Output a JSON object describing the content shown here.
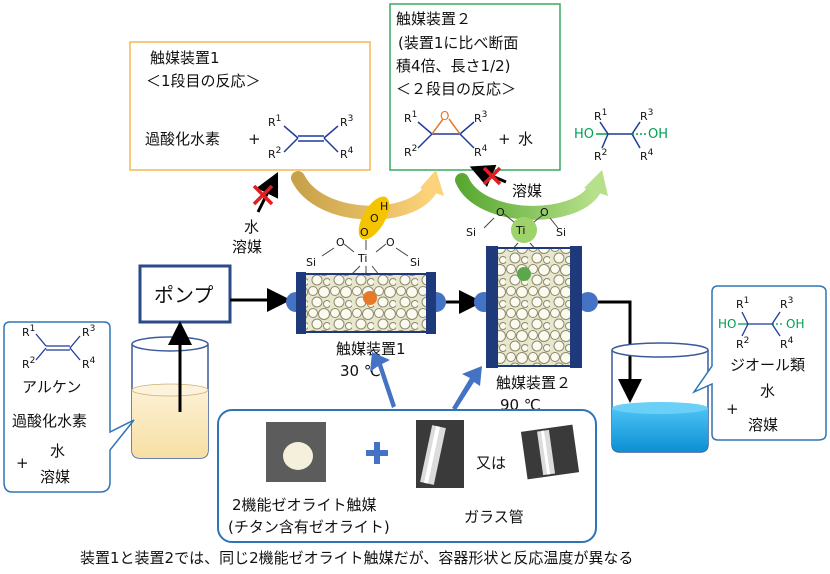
{
  "reactor1_box": {
    "title": "触媒装置1",
    "subtitle": "＜1段目の反応＞",
    "reagent": "過酸化水素",
    "plus": "+"
  },
  "reactor2_box": {
    "title": "触媒装置２",
    "line1": "(装置1に比べ断面",
    "line2": "積4倍、長さ1/2)",
    "subtitle": "＜２段目の反応＞",
    "plus": "+",
    "water": "水"
  },
  "substituents": {
    "r1": "R",
    "r2": "R",
    "r3": "R",
    "r4": "R",
    "s1": "1",
    "s2": "2",
    "s3": "3",
    "s4": "4"
  },
  "diol_groups": {
    "ho": "HO",
    "oh": "OH"
  },
  "blocked_left": {
    "line1": "水",
    "line2": "溶媒"
  },
  "blocked_right": {
    "label": "溶媒"
  },
  "active_site": {
    "si": "Si",
    "o": "O",
    "ti": "Ti",
    "h": "H"
  },
  "pump": {
    "label": "ポンプ"
  },
  "feed": {
    "alkene": "アルケン",
    "reagent": "過酸化水素",
    "plus": "+",
    "water": "水",
    "solvent": "溶媒"
  },
  "reactor1": {
    "name": "触媒装置1",
    "temp": "30 ℃"
  },
  "reactor2": {
    "name": "触媒装置２",
    "temp": "90 ℃"
  },
  "product": {
    "name": "ジオール類",
    "plus": "+",
    "water": "水",
    "solvent": "溶媒"
  },
  "catalyst_panel": {
    "plus": "+",
    "or": "又は",
    "catalyst_line1": "2機能ゼオライト触媒",
    "catalyst_line2": "(チタン含有ゼオライト)",
    "glass_tube": "ガラス管"
  },
  "caption": "装置1と装置2では、同じ2機能ゼオライト触媒だが、容器形状と反応温度が異なる",
  "colors": {
    "reactor_blue": "#1f3a7a",
    "arrow_blue": "#4472c4",
    "catalyst_box_border": "#2e75b6",
    "box1_border": "#f2b84b",
    "box2_border": "#3aa860",
    "orange_dot": "#e8782a",
    "green_dot": "#5aa84a",
    "product_green": "#00a050",
    "cross_red": "#e02020",
    "liquid_blue": "#1aa0e0",
    "feed_liquid": "#fbeac0"
  }
}
